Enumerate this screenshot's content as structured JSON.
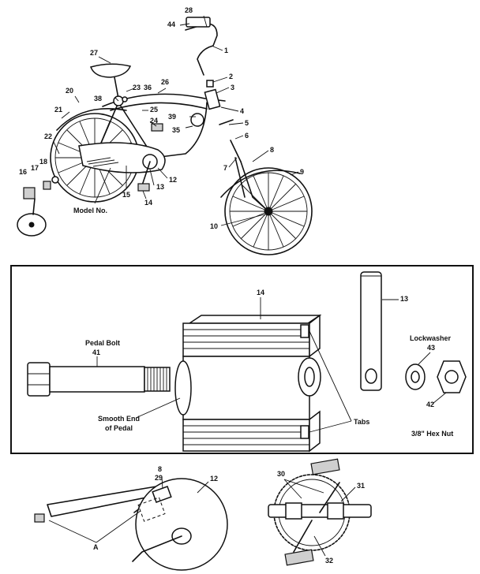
{
  "callouts": {
    "n1": "1",
    "n2": "2",
    "n3": "3",
    "n4": "4",
    "n5": "5",
    "n6": "6",
    "n7": "7",
    "n8": "8",
    "n9": "9",
    "n10": "10",
    "n12": "12",
    "n13": "13",
    "n14": "14",
    "n15": "15",
    "n16": "16",
    "n17": "17",
    "n18": "18",
    "n20": "20",
    "n21": "21",
    "n22": "22",
    "n23": "23",
    "n24": "24",
    "n25": "25",
    "n26": "26",
    "n27": "27",
    "n28": "28",
    "n35": "35",
    "n36": "36",
    "n38": "38",
    "n39": "39",
    "n44": "44",
    "model_no": "Model No."
  },
  "pedal_detail": {
    "pedal_num": "14",
    "crank_num": "13",
    "pedal_bolt_label": "Pedal Bolt",
    "pedal_bolt_num": "41",
    "lockwasher_label": "Lockwasher",
    "lockwasher_num": "43",
    "hex_nut_num": "42",
    "hex_nut_label": "3/8\" Hex Nut",
    "smooth_end_line1": "Smooth End",
    "smooth_end_line2": "of Pedal",
    "tabs_label": "Tabs"
  },
  "chainguard_detail": {
    "n8": "8",
    "n29": "29",
    "n12": "12",
    "a_label": "A"
  },
  "crank_detail": {
    "n30": "30",
    "n31": "31",
    "n32": "32"
  }
}
